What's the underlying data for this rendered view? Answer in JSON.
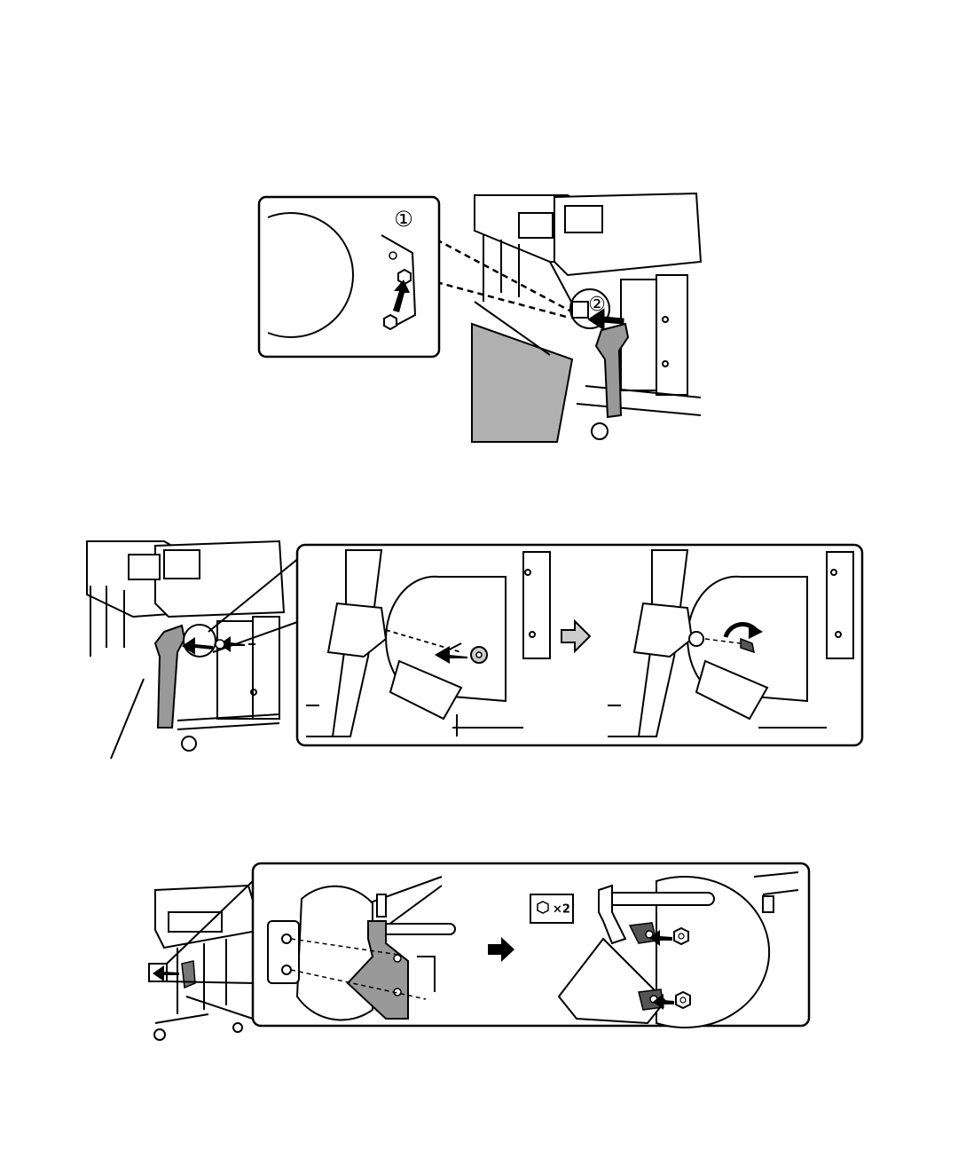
{
  "figure1": {
    "step1_marker": "①",
    "step2_marker": "②"
  },
  "figure3": {
    "quantity_badge": "×2"
  }
}
